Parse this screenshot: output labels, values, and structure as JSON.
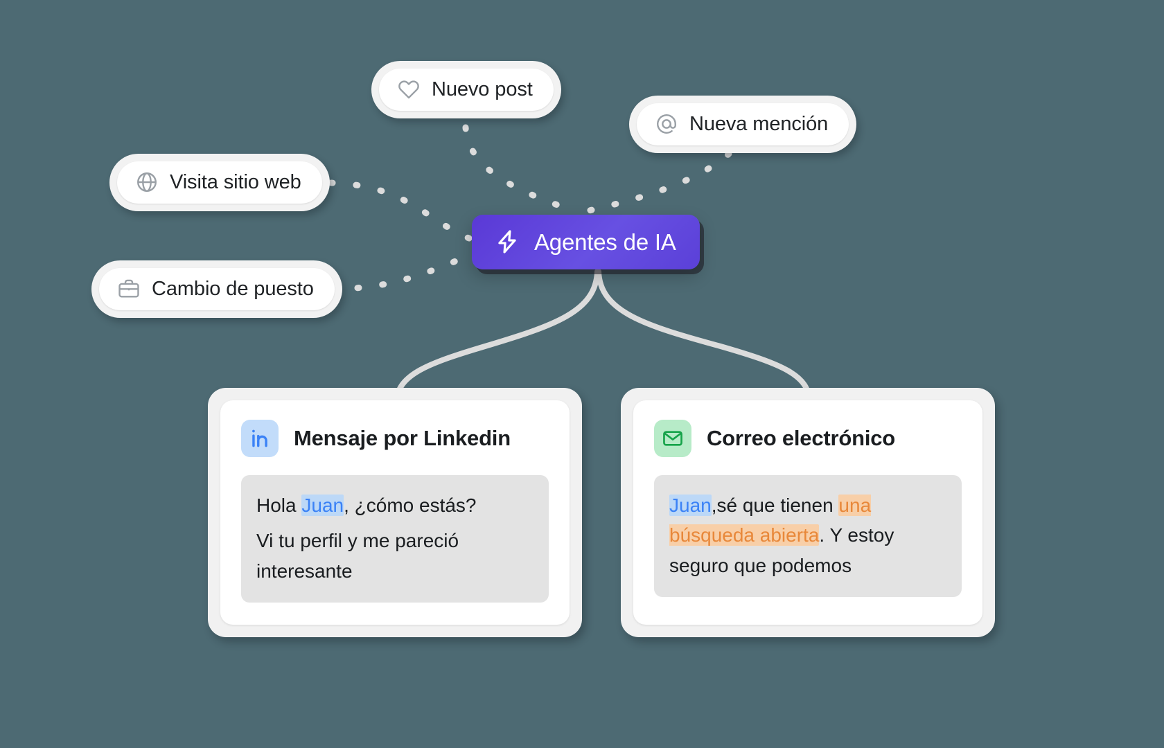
{
  "canvas": {
    "background_color": "#4d6a73",
    "connector_color": "#dcdcdc"
  },
  "agent_node": {
    "label": "Agentes de IA",
    "icon": "lightning-bolt-icon",
    "background_color": "#5b40d8",
    "text_color": "#ffffff"
  },
  "triggers": [
    {
      "id": "visita-sitio-web",
      "label": "Visita sitio web",
      "icon": "globe-icon"
    },
    {
      "id": "nuevo-post",
      "label": "Nuevo post",
      "icon": "heart-icon"
    },
    {
      "id": "nueva-mencion",
      "label": "Nueva mención",
      "icon": "at-sign-icon"
    },
    {
      "id": "cambio-de-puesto",
      "label": "Cambio de puesto",
      "icon": "briefcase-icon"
    }
  ],
  "channels": [
    {
      "id": "linkedin",
      "title": "Mensaje por Linkedin",
      "icon": "linkedin-icon",
      "badge_background": "#c2dcfa",
      "badge_color": "#3b82f6",
      "message": {
        "line1_pre": "Hola ",
        "line1_name": "Juan",
        "line1_post": ", ¿cómo estás?",
        "line2": "Vi tu perfil y me pareció interesante"
      }
    },
    {
      "id": "email",
      "title": "Correo electrónico",
      "icon": "envelope-icon",
      "badge_background": "#b7ebc8",
      "badge_color": "#16a34a",
      "message": {
        "name": "Juan",
        "mid": ",sé que tienen ",
        "intent": "una búsqueda abierta",
        "tail": ". Y estoy seguro que podemos"
      }
    }
  ],
  "highlight_colors": {
    "name_text": "#3b82f6",
    "name_background": "#bcd8f7",
    "intent_text": "#e8883a",
    "intent_background": "#f8cfa8"
  }
}
